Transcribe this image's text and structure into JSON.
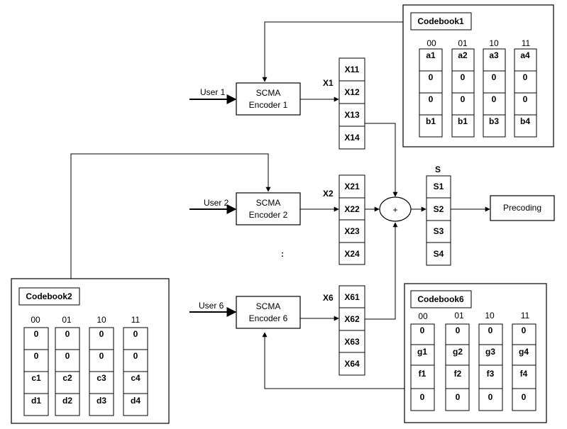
{
  "users": [
    "User 1",
    "User 2",
    "User 6"
  ],
  "encoders": [
    {
      "line1": "SCMA",
      "line2": "Encoder 1"
    },
    {
      "line1": "SCMA",
      "line2": "Encoder 2"
    },
    {
      "line1": "SCMA",
      "line2": "Encoder 6"
    }
  ],
  "vectors": [
    {
      "label": "X1",
      "cells": [
        "X11",
        "X12",
        "X13",
        "X14"
      ]
    },
    {
      "label": "X2",
      "cells": [
        "X21",
        "X22",
        "X23",
        "X24"
      ]
    },
    {
      "label": "X6",
      "cells": [
        "X61",
        "X62",
        "X63",
        "X64"
      ]
    }
  ],
  "sum": {
    "symbol": "+",
    "label": "S",
    "cells": [
      "S1",
      "S2",
      "S3",
      "S4"
    ]
  },
  "precoding": "Precoding",
  "ellipsis": ":",
  "codebooks": [
    {
      "title": "Codebook1",
      "codes": [
        "00",
        "01",
        "10",
        "11"
      ],
      "columns": [
        [
          "a1",
          "0",
          "0",
          "b1"
        ],
        [
          "a2",
          "0",
          "0",
          "b1"
        ],
        [
          "a3",
          "0",
          "0",
          "b3"
        ],
        [
          "a4",
          "0",
          "0",
          "b4"
        ]
      ]
    },
    {
      "title": "Codebook2",
      "codes": [
        "00",
        "01",
        "10",
        "11"
      ],
      "columns": [
        [
          "0",
          "0",
          "c1",
          "d1"
        ],
        [
          "0",
          "0",
          "c2",
          "d2"
        ],
        [
          "0",
          "0",
          "c3",
          "d3"
        ],
        [
          "0",
          "0",
          "c4",
          "d4"
        ]
      ]
    },
    {
      "title": "Codebook6",
      "codes": [
        "00",
        "01",
        "10",
        "11"
      ],
      "columns": [
        [
          "0",
          "g1",
          "f1",
          "0"
        ],
        [
          "0",
          "g2",
          "f2",
          "0"
        ],
        [
          "0",
          "g3",
          "f3",
          "0"
        ],
        [
          "0",
          "g4",
          "f4",
          "0"
        ]
      ]
    }
  ]
}
